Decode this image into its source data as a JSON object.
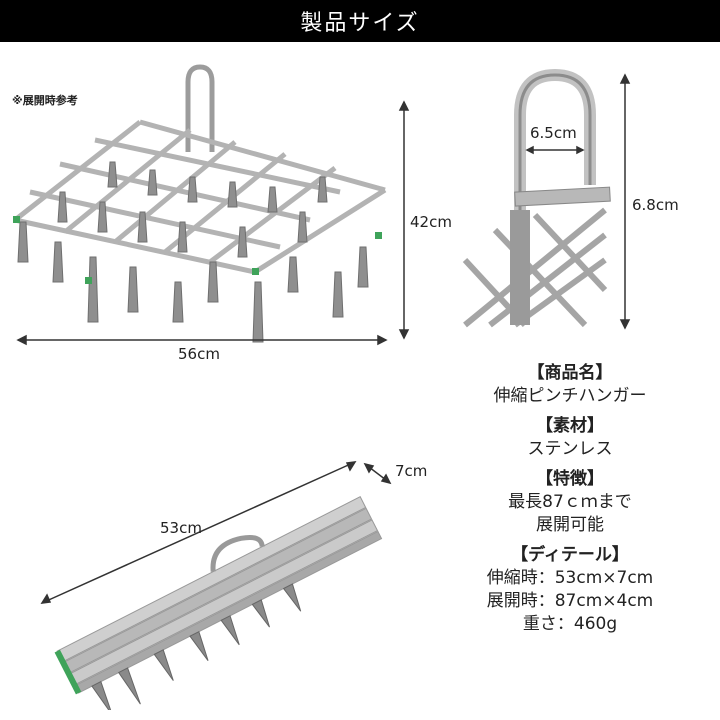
{
  "header": {
    "title": "製品サイズ"
  },
  "notes": {
    "expanded_note": "※展開時参考"
  },
  "dimensions": {
    "expanded_width": "56cm",
    "expanded_depth": "42cm",
    "handle_width": "6.5cm",
    "handle_height": "6.8cm",
    "folded_length": "53cm",
    "folded_width": "7cm"
  },
  "specs": {
    "product_name_heading": "【商品名】",
    "product_name": "伸縮ピンチハンガー",
    "material_heading": "【素材】",
    "material": "ステンレス",
    "feature_heading": "【特徴】",
    "feature_line1": "最長87ｃｍまで",
    "feature_line2": "展開可能",
    "detail_heading": "【ディテール】",
    "detail_folded": "伸縮時：53cm×7cm",
    "detail_expanded": "展開時：87cm×4cm",
    "detail_weight": "重さ：460g"
  }
}
